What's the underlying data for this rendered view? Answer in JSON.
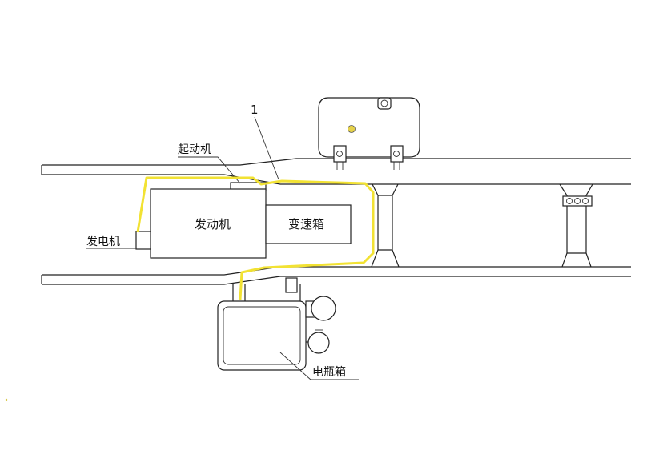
{
  "labels": {
    "callout": "1",
    "starter": "起动机",
    "engine": "发动机",
    "gearbox": "变速箱",
    "generator": "发电机",
    "battery_box": "电瓶箱"
  },
  "colors": {
    "wire": "#f2e233",
    "line": "#222222",
    "background": "#ffffff"
  }
}
